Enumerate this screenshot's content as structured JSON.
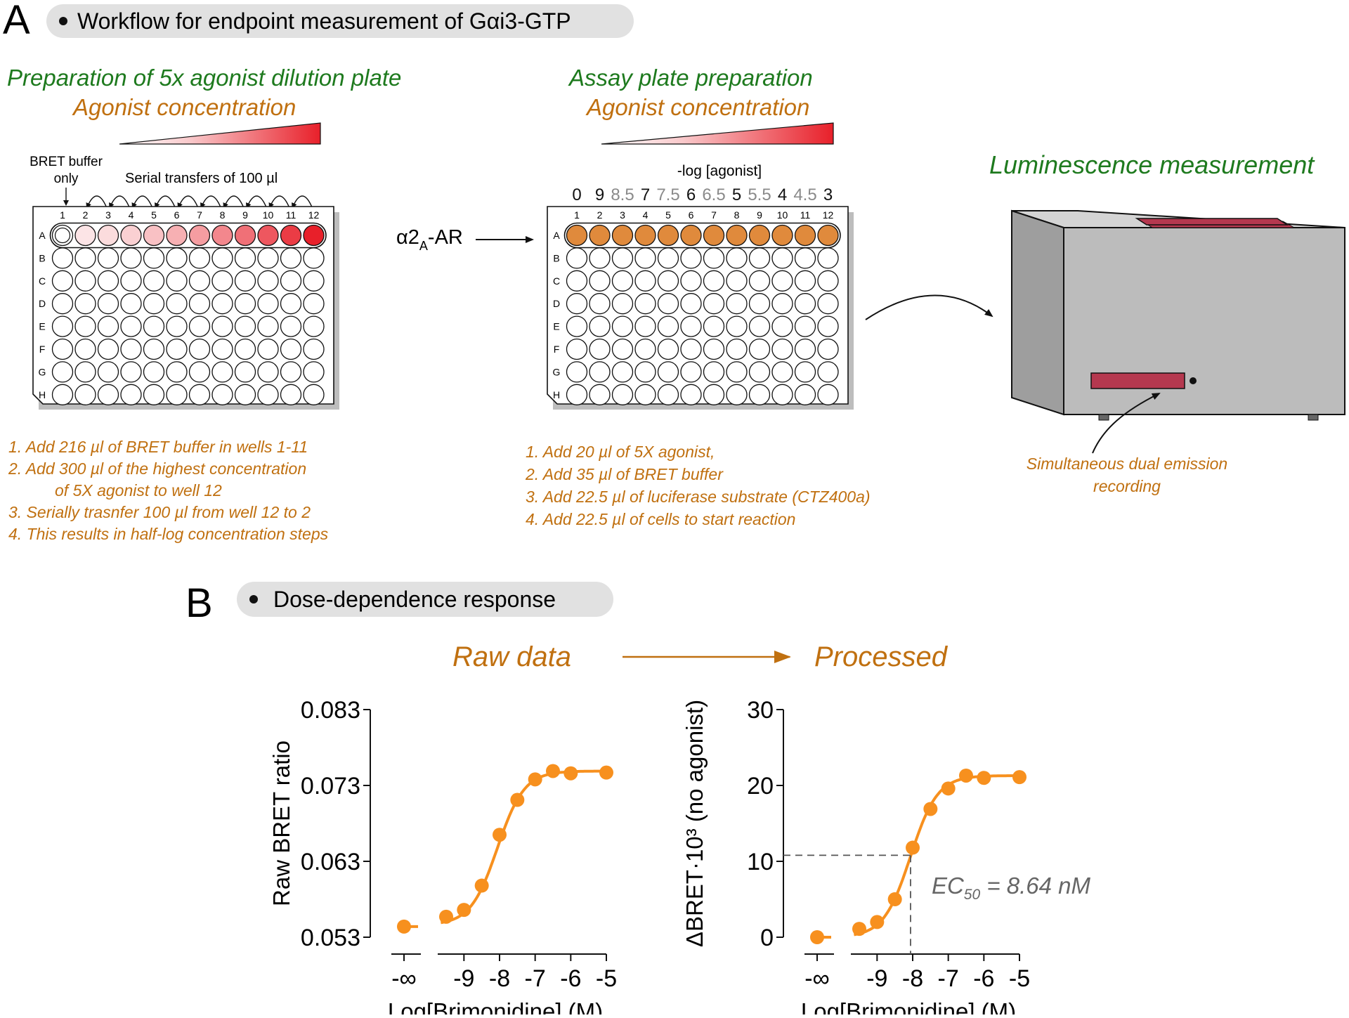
{
  "panel_a": {
    "letter": "A",
    "banner": "Workflow for endpoint measurement of Gαi3-GTP",
    "prep": {
      "title": "Preparation of 5x agonist dilution plate",
      "gradient_label": "Agonist concentration",
      "buffer_label_1": "BRET buffer",
      "buffer_label_2": "only",
      "serial_label": "Serial transfers of 100 µl",
      "steps": [
        "1. Add 216 µl of BRET buffer in wells 1-11",
        "2. Add 300 µl of the highest concentration",
        "of 5X agonist to well 12",
        "3. Serially trasnfer 100 µl from well 12 to 2",
        "4. This results in half-log concentration steps"
      ]
    },
    "receptor_label": "α2",
    "receptor_sub": "A",
    "receptor_suffix": "-AR",
    "assay": {
      "title": "Assay plate preparation",
      "gradient_label": "Agonist concentration",
      "log_label": "-log [agonist]",
      "log_values": [
        "0",
        "9",
        "8.5",
        "7",
        "7.5",
        "6",
        "6.5",
        "5",
        "5.5",
        "4",
        "4.5",
        "3"
      ],
      "steps": [
        "1. Add 20 µl of 5X agonist,",
        "2. Add 35 µl of BRET buffer",
        "3. Add 22.5 µl of luciferase substrate (CTZ400a)",
        "4. Add 22.5 µl of cells to start reaction"
      ]
    },
    "lumi": {
      "title": "Luminescence measurement",
      "caption_1": "Simultaneous dual emission",
      "caption_2": "recording"
    },
    "plate": {
      "columns": [
        "1",
        "2",
        "3",
        "4",
        "5",
        "6",
        "7",
        "8",
        "9",
        "10",
        "11",
        "12"
      ],
      "rows": [
        "A",
        "B",
        "C",
        "D",
        "E",
        "F",
        "G",
        "H"
      ]
    }
  },
  "panel_b": {
    "letter": "B",
    "banner": "Dose-dependence response",
    "raw_title": "Raw data",
    "processed_title": "Processed",
    "ec50_prefix": "EC",
    "ec50_sub": "50",
    "ec50_value": "= 8.64 nM"
  },
  "colors": {
    "green_title": "#1e7a1e",
    "orange_text": "#c07010",
    "curve_orange": "#f7901e",
    "well_orange": "#e08a3c",
    "red_max": "#e8202a",
    "banner_bg": "#e1e1e1",
    "instrument_gray": "#bcbcbc",
    "display_red": "#b5384f"
  },
  "chart_data": [
    {
      "type": "line",
      "title": "Raw data",
      "xlabel": "Log[Brimonidine] (M)",
      "ylabel": "Raw BRET ratio",
      "ylim": [
        0.053,
        0.083
      ],
      "yticks": [
        "0.053",
        "0.063",
        "0.073",
        "0.083"
      ],
      "xticks": [
        "-∞",
        "-9",
        "-8",
        "-7",
        "-6",
        "-5"
      ],
      "grid": false,
      "zero_agonist_point": 0.0544,
      "x": [
        -9.5,
        -9,
        -8.5,
        -8,
        -7.5,
        -7,
        -6.5,
        -6,
        -5
      ],
      "values": [
        0.0557,
        0.0566,
        0.0598,
        0.0665,
        0.0711,
        0.0738,
        0.0749,
        0.0746,
        0.0747
      ]
    },
    {
      "type": "line",
      "title": "Processed",
      "xlabel": "Log[Brimonidine] (M)",
      "ylabel": "ΔBRET·10³ (no agonist)",
      "ylim": [
        0,
        30
      ],
      "yticks": [
        "0",
        "10",
        "20",
        "30"
      ],
      "xticks": [
        "-∞",
        "-9",
        "-8",
        "-7",
        "-6",
        "-5"
      ],
      "grid": false,
      "zero_agonist_point": 0,
      "x": [
        -9.5,
        -9,
        -8.5,
        -8,
        -7.5,
        -7,
        -6.5,
        -6,
        -5
      ],
      "values": [
        1.1,
        2.0,
        5.0,
        11.8,
        16.9,
        19.6,
        21.3,
        21.0,
        21.1
      ],
      "ec50_log": -8.06,
      "ec50_y": 10.8
    }
  ]
}
